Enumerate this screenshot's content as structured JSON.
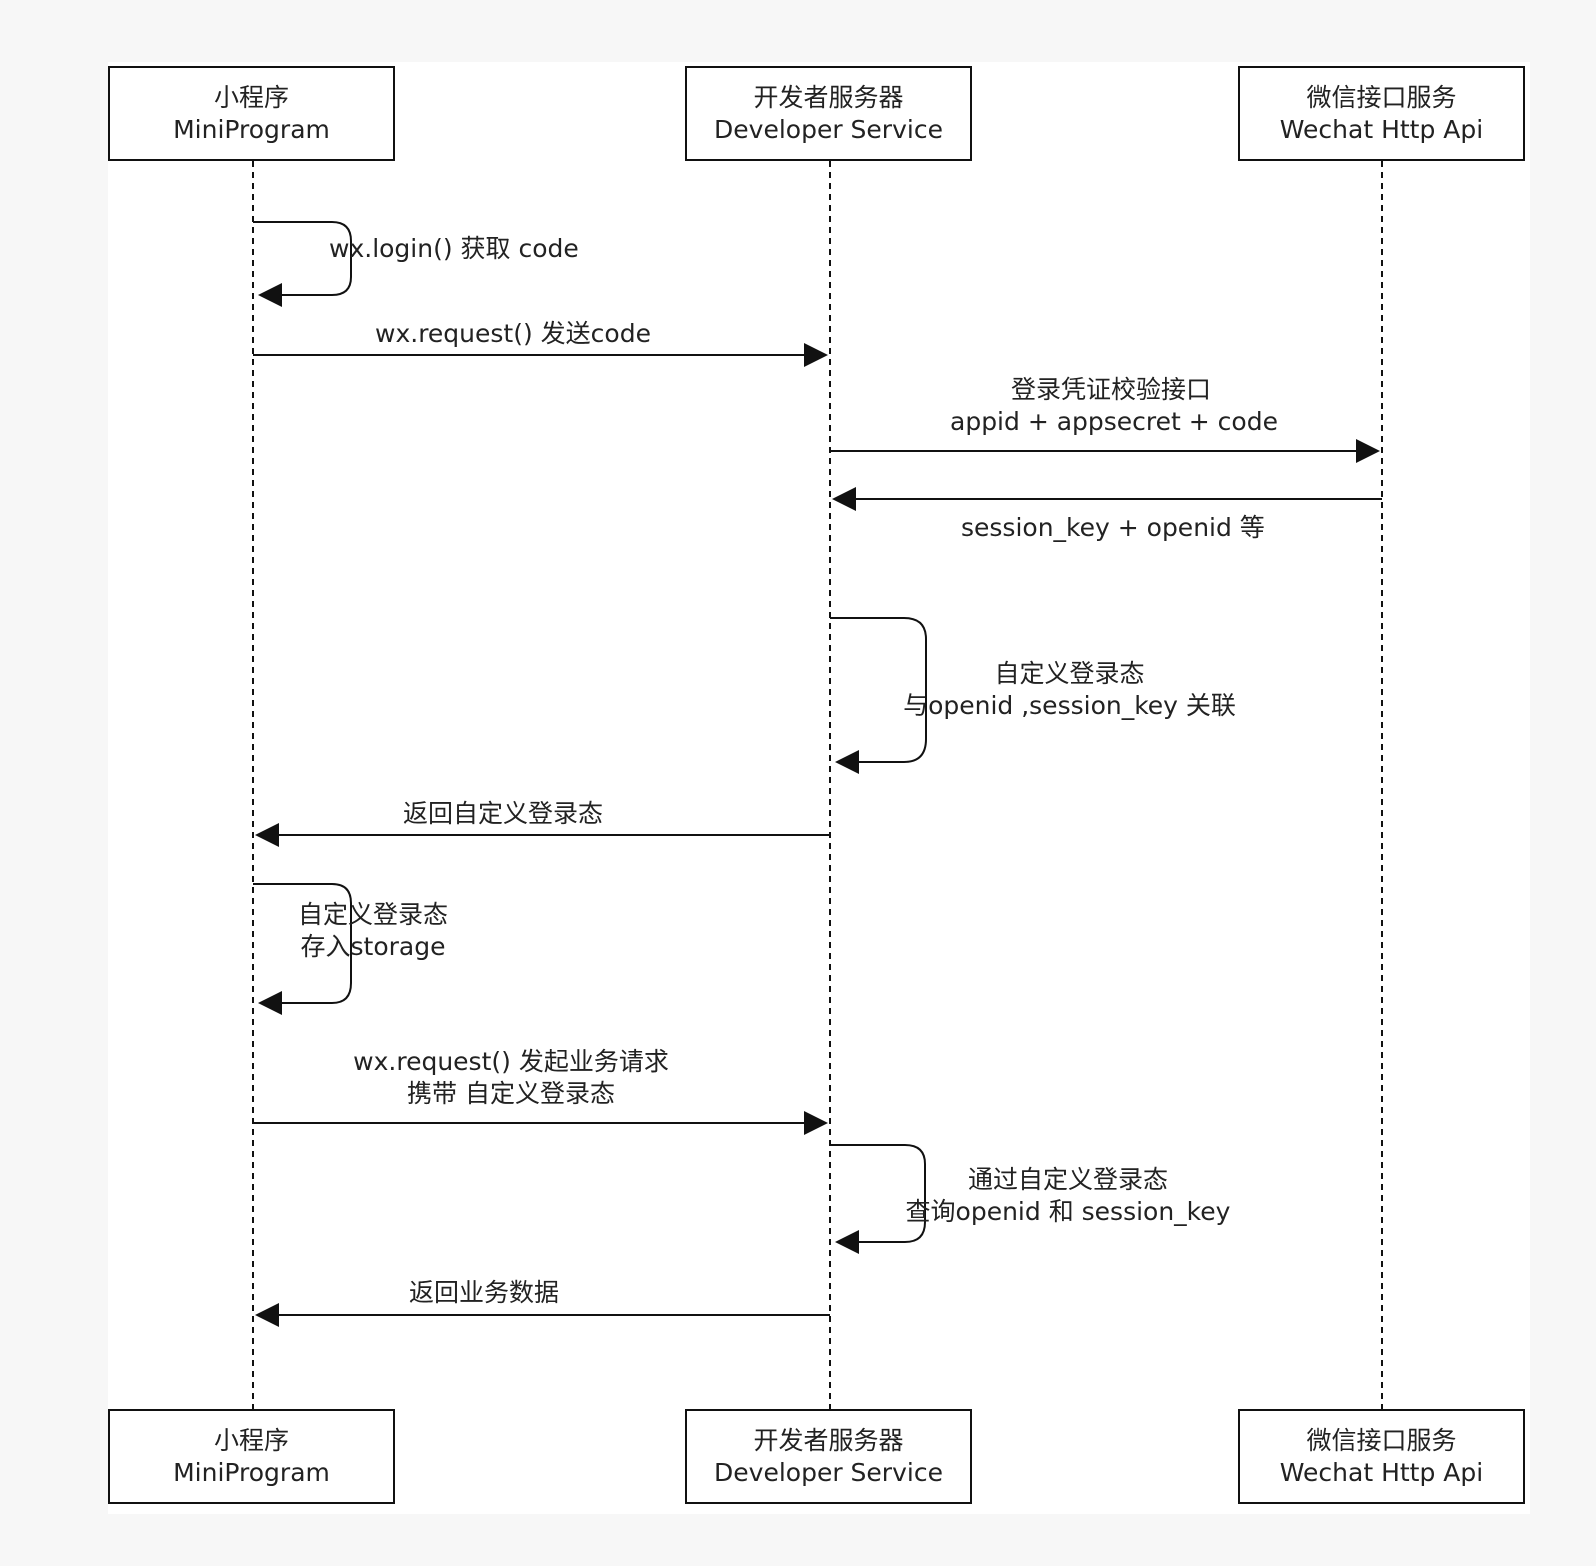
{
  "actors": {
    "miniprogram": {
      "name_cn": "小程序",
      "name_en": "MiniProgram"
    },
    "developer": {
      "name_cn": "开发者服务器",
      "name_en": "Developer Service"
    },
    "wechat": {
      "name_cn": "微信接口服务",
      "name_en": "Wechat Http Api"
    }
  },
  "messages": {
    "wx_login": "wx.login() 获取 code",
    "send_code": "wx.request() 发送code",
    "verify_line1": "登录凭证校验接口",
    "verify_line2": "appid + appsecret + code",
    "session_return": "session_key + openid 等",
    "custom_state_line1": "自定义登录态",
    "custom_state_line2": "与openid ,session_key 关联",
    "return_custom_state": "返回自定义登录态",
    "store_line1": "自定义登录态",
    "store_line2": "存入storage",
    "business_request_line1": "wx.request() 发起业务请求",
    "business_request_line2": "携带 自定义登录态",
    "query_line1": "通过自定义登录态",
    "query_line2": "查询openid 和 session_key",
    "return_business_data": "返回业务数据"
  }
}
